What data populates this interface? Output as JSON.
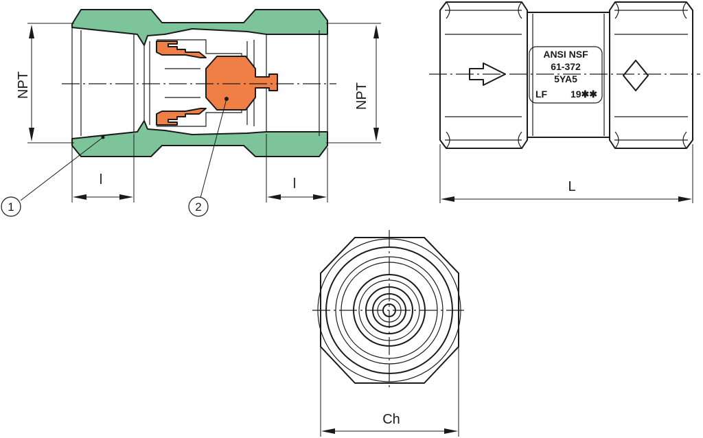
{
  "colors": {
    "body_fill": "#7dc49a",
    "poppet_fill": "#f07f45",
    "line": "#1a1a1a",
    "background": "#ffffff"
  },
  "section_view": {
    "dimension_left_thread": "NPT",
    "dimension_right_thread": "NPT",
    "dimension_left_depth": "l",
    "dimension_right_depth": "l",
    "balloon_body": "1",
    "balloon_poppet": "2"
  },
  "side_view": {
    "dimension_length": "L",
    "flow_arrow_icon": "right-arrow-icon",
    "diamond_icon": "diamond-icon",
    "marking": {
      "line1": "ANSI NSF",
      "line2": "61-372",
      "line3": "5YA5",
      "line4_left": "LF",
      "line4_right": "19✱✱"
    }
  },
  "end_view": {
    "dimension_across_flats": "Ch"
  }
}
